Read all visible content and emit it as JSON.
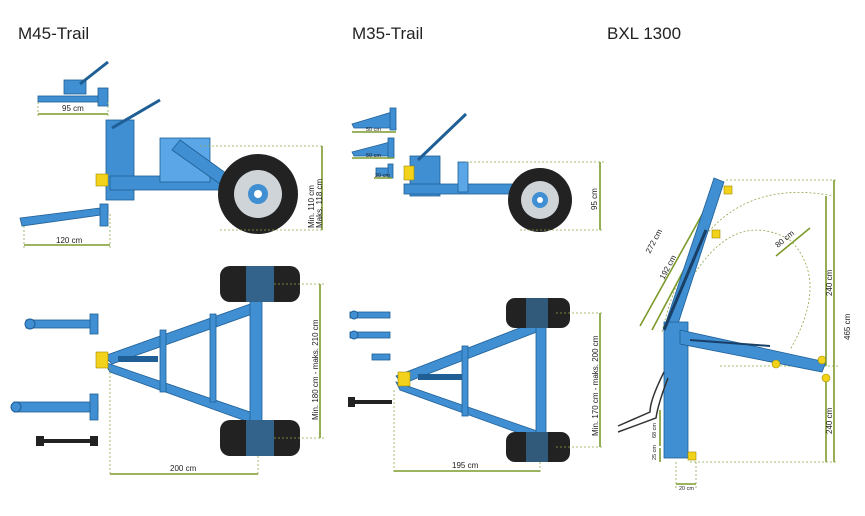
{
  "titles": {
    "m45": "M45-Trail",
    "m35": "M35-Trail",
    "bxl": "BXL 1300"
  },
  "m45": {
    "dim_95": "95 cm",
    "dim_120": "120 cm",
    "dim_200": "200 cm",
    "height_min": "Min. 110 cm",
    "height_max": "Maks. 118 cm",
    "track": "Min. 180 cm - maks. 210 cm"
  },
  "m35": {
    "dim_50a": "50 cm",
    "dim_50b": "50 cm",
    "dim_20": "20 cm",
    "dim_95": "95 cm",
    "dim_195": "195 cm",
    "track": "Min. 170 cm - maks. 200 cm"
  },
  "bxl": {
    "dim_272": "272 cm",
    "dim_192": "192 cm",
    "dim_80": "80 cm",
    "dim_240a": "240 cm",
    "dim_465": "465 cm",
    "dim_240b": "240 cm",
    "dim_68": "68 cm",
    "dim_25": "25 cm",
    "dim_20": "20 cm"
  },
  "colors": {
    "frame": "#3f8fd2",
    "dimension": "#7c9a2a",
    "hitch": "#f2d21b",
    "tire": "#222222"
  }
}
